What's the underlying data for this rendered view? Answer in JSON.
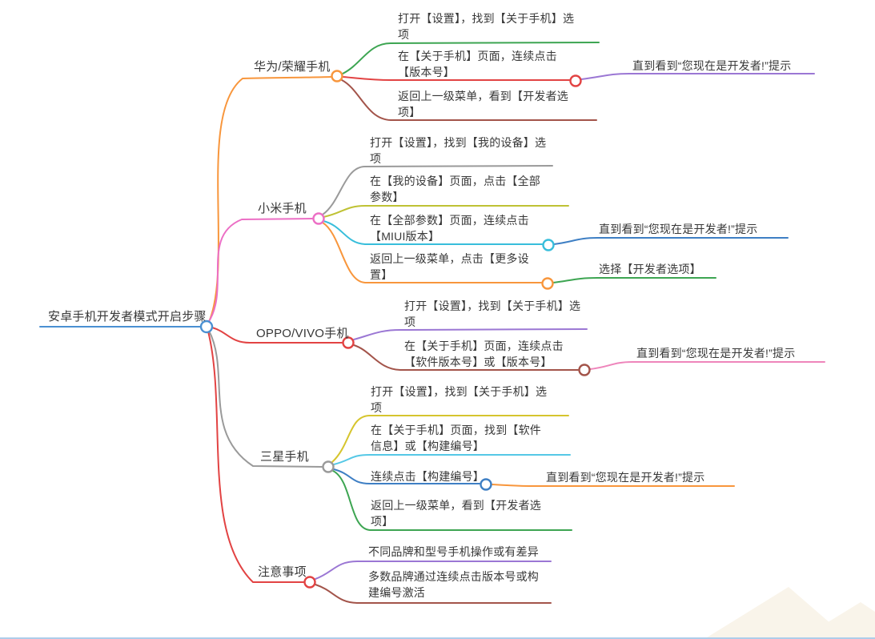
{
  "root": {
    "label": "安卓手机开发者模式开启步骤"
  },
  "branches": {
    "huawei": {
      "label": "华为/荣耀手机",
      "steps": [
        {
          "text": "打开【设置】，找到【关于手机】选\n项"
        },
        {
          "text": "在【关于手机】页面，连续点击\n【版本号】",
          "result": "直到看到“您现在是开发者!”提示"
        },
        {
          "text": "返回上一级菜单，看到【开发者选\n项】"
        }
      ]
    },
    "xiaomi": {
      "label": "小米手机",
      "steps": [
        {
          "text": "打开【设置】，找到【我的设备】选\n项"
        },
        {
          "text": "在【我的设备】页面，点击【全部\n参数】"
        },
        {
          "text": "在【全部参数】页面，连续点击\n【MIUI版本】",
          "result": "直到看到“您现在是开发者!”提示"
        },
        {
          "text": "返回上一级菜单，点击【更多设\n置】",
          "result": "选择【开发者选项】"
        }
      ]
    },
    "oppo_vivo": {
      "label": "OPPO/VIVO手机",
      "steps": [
        {
          "text": "打开【设置】，找到【关于手机】选\n项"
        },
        {
          "text": "在【关于手机】页面，连续点击\n【软件版本号】或【版本号】",
          "result": "直到看到“您现在是开发者!”提示"
        }
      ]
    },
    "samsung": {
      "label": "三星手机",
      "steps": [
        {
          "text": "打开【设置】，找到【关于手机】选\n项"
        },
        {
          "text": "在【关于手机】页面，找到【软件\n信息】或【构建编号】"
        },
        {
          "text": "连续点击【构建编号】",
          "result": "直到看到“您现在是开发者!”提示"
        },
        {
          "text": "返回上一级菜单，看到【开发者选\n项】"
        }
      ]
    },
    "notes": {
      "label": "注意事项",
      "steps": [
        {
          "text": "不同品牌和型号手机操作或有差异"
        },
        {
          "text": "多数品牌通过连续点击版本号或构\n建编号激活"
        }
      ]
    }
  },
  "colors": {
    "root_blue": "#4a90d2",
    "orange": "#f8963c",
    "pink": "#ec6fc5",
    "light_pink": "#ee85bb",
    "red": "#e24343",
    "gray": "#9a9a9a",
    "green": "#3da552",
    "purple": "#9b77d4",
    "brown": "#a3544a",
    "olive": "#bfc234",
    "cyan": "#38bedb",
    "light_cyan": "#55c8e6",
    "steel_blue": "#3e7fc4",
    "yellow": "#d6c52e",
    "text": "#383838",
    "background": "#ffffff",
    "watermark": "#f9f4ea",
    "edge_line": "#aecdea"
  }
}
